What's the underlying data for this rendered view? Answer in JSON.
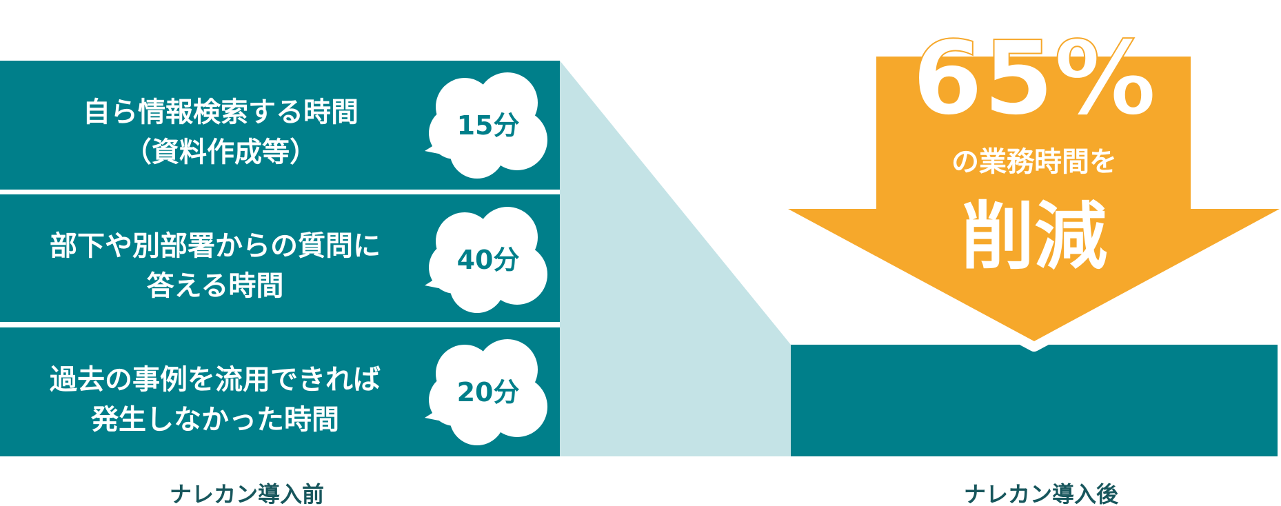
{
  "colors": {
    "teal": "#007f8a",
    "light_teal": "#c4e3e6",
    "orange": "#f6a82b",
    "white": "#ffffff",
    "caption": "#17565c"
  },
  "before": {
    "caption": "ナレカン導入前",
    "items": [
      {
        "line1": "自ら情報検索する時間",
        "line2": "（資料作成等）",
        "minutes": "15分"
      },
      {
        "line1": "部下や別部署からの質問に",
        "line2": "答える時間",
        "minutes": "40分"
      },
      {
        "line1": "過去の事例を流用できれば",
        "line2": "発生しなかった時間",
        "minutes": "20分"
      }
    ]
  },
  "after": {
    "caption": "ナレカン導入後"
  },
  "arrow": {
    "percent": "65%",
    "subtitle": "の業務時間を",
    "headline": "削減"
  }
}
